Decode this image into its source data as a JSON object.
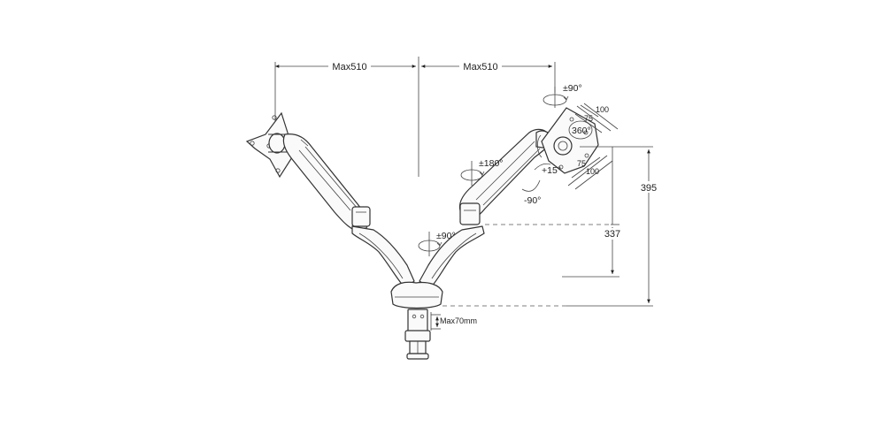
{
  "dimensions": {
    "reach_left": "Max510",
    "reach_right": "Max510",
    "height_max": "395",
    "height_pivot": "337",
    "clamp_max": "Max70mm",
    "vesa_outer_top": "100",
    "vesa_inner_top": "75",
    "vesa_inner_bottom": "75",
    "vesa_outer_bottom": "100"
  },
  "angles": {
    "head_tilt": "±90°",
    "rotation": "360°",
    "arm_swivel": "±180°",
    "tilt_up": "+15°",
    "tilt_down": "-90°",
    "base_swivel": "±90°"
  }
}
